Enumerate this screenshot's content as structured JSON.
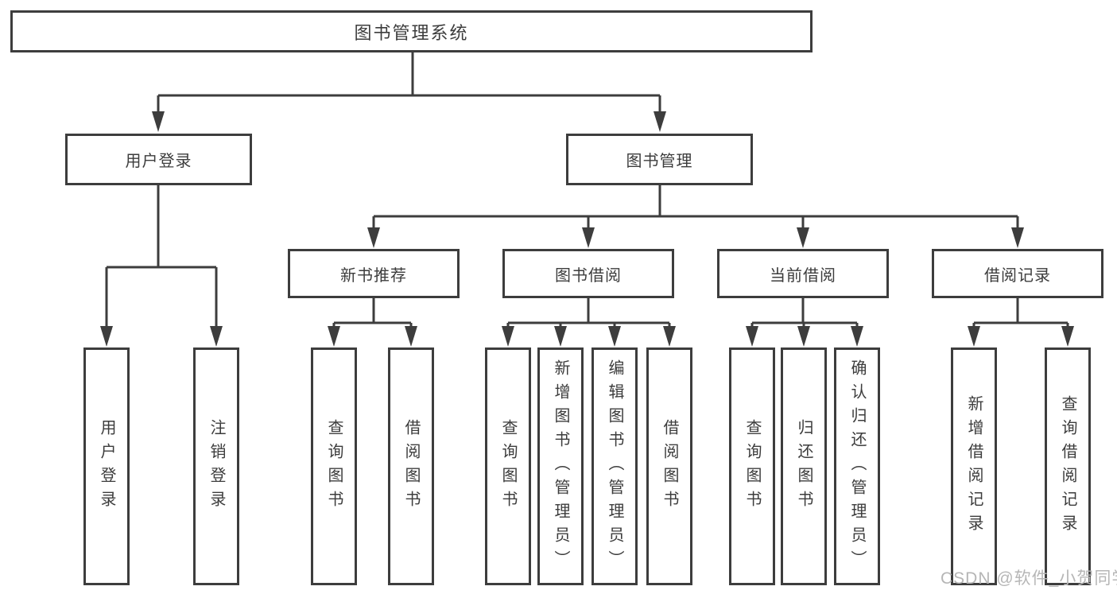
{
  "diagram": {
    "title": "图书管理系统",
    "level2": [
      {
        "label": "用户登录"
      },
      {
        "label": "图书管理"
      }
    ],
    "level3": [
      {
        "label": "新书推荐"
      },
      {
        "label": "图书借阅"
      },
      {
        "label": "当前借阅"
      },
      {
        "label": "借阅记录"
      }
    ],
    "leaves": {
      "user_login": [
        {
          "label": "用户登录"
        },
        {
          "label": "注销登录"
        }
      ],
      "new_book_recommendation": [
        {
          "label": "查询图书"
        },
        {
          "label": "借阅图书"
        }
      ],
      "book_borrowing": [
        {
          "label": "查询图书"
        },
        {
          "label": "新增图书（管理员）"
        },
        {
          "label": "编辑图书（管理员）"
        },
        {
          "label": "借阅图书"
        }
      ],
      "current_borrowing": [
        {
          "label": "查询图书"
        },
        {
          "label": "归还图书"
        },
        {
          "label": "确认归还（管理员）"
        }
      ],
      "borrowing_records": [
        {
          "label": "新增借阅记录"
        },
        {
          "label": "查询借阅记录"
        }
      ]
    },
    "watermark": "CSDN @软件_小贺同学",
    "colors": {
      "line": "#3d3d3d",
      "text": "#3c3c3c",
      "watermark": "#b6b6b6",
      "background": "#ffffff"
    }
  }
}
